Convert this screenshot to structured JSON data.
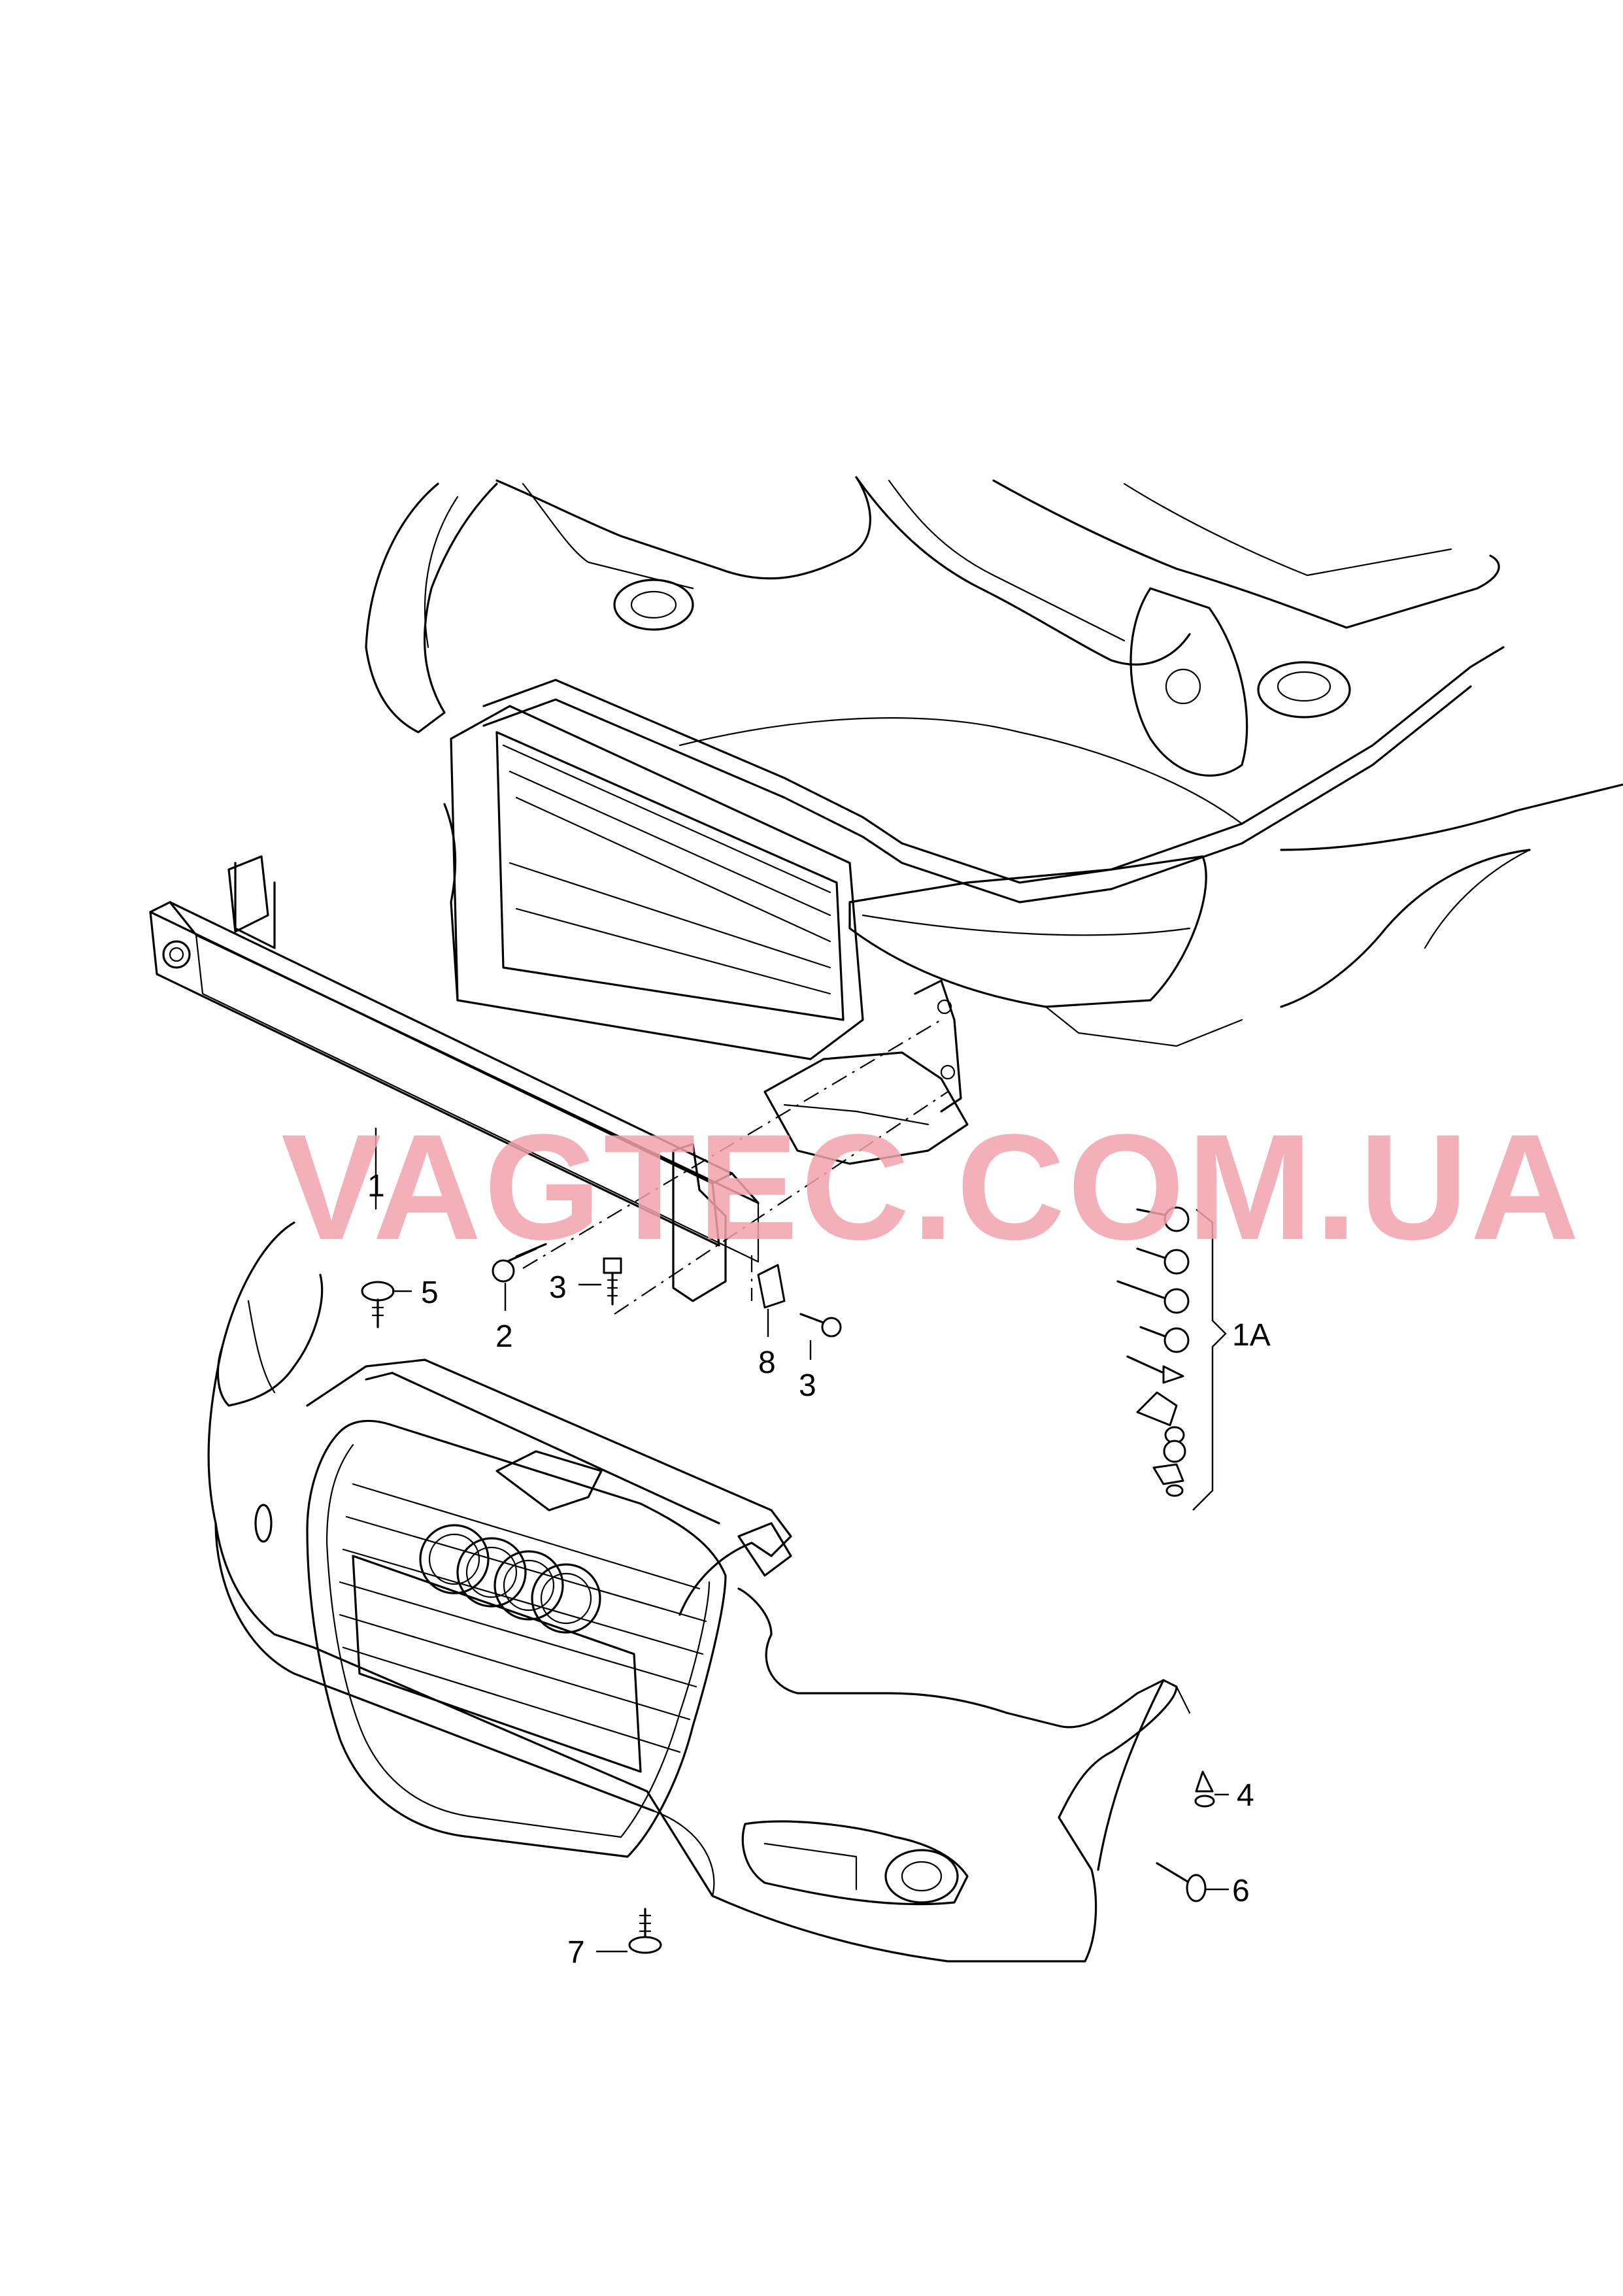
{
  "watermark": "VAGTEC.COM.UA",
  "callouts": {
    "c1": "1",
    "c1a": "1A",
    "c2": "2",
    "c3a": "3",
    "c3b": "3",
    "c4": "4",
    "c5": "5",
    "c6": "6",
    "c7": "7",
    "c8": "8"
  },
  "colors": {
    "lines": "#000000",
    "background": "#ffffff",
    "watermark": "#f2a3ad"
  }
}
